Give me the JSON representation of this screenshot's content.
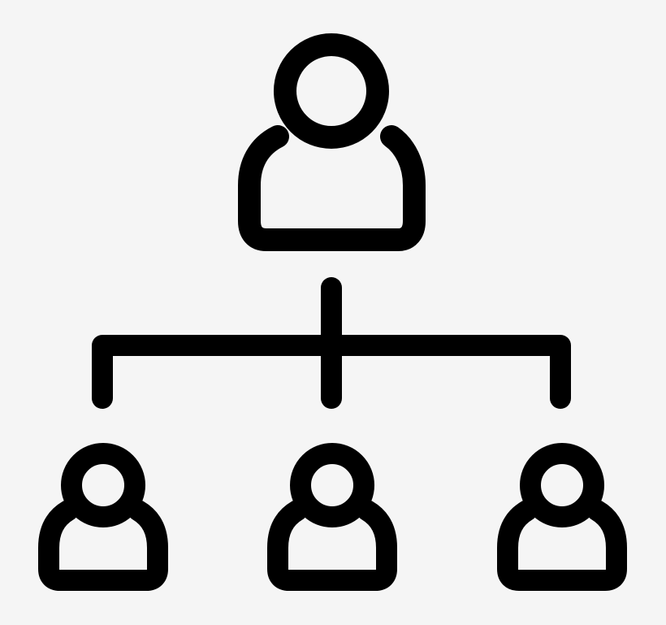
{
  "icon": {
    "name": "org-chart-icon",
    "stroke_color": "#000000",
    "background_color": "#f5f5f5",
    "nodes": [
      {
        "id": "top-person",
        "level": 0
      },
      {
        "id": "bottom-person-left",
        "level": 1
      },
      {
        "id": "bottom-person-center",
        "level": 1
      },
      {
        "id": "bottom-person-right",
        "level": 1
      }
    ]
  }
}
